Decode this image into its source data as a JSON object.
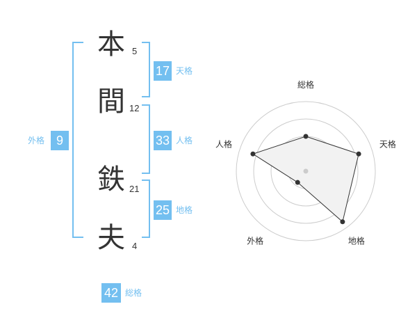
{
  "name": {
    "chars": [
      {
        "char": "本",
        "strokes": "5"
      },
      {
        "char": "間",
        "strokes": "12"
      },
      {
        "char": "鉄",
        "strokes": "21"
      },
      {
        "char": "夫",
        "strokes": "4"
      }
    ]
  },
  "fortune": {
    "tenkaku": {
      "label": "天格",
      "value": "17"
    },
    "jinkaku": {
      "label": "人格",
      "value": "33"
    },
    "chikaku": {
      "label": "地格",
      "value": "25"
    },
    "gaikaku": {
      "label": "外格",
      "value": "9"
    },
    "soukaku": {
      "label": "総格",
      "value": "42"
    }
  },
  "colors": {
    "accent": "#73bff0",
    "text": "#333333"
  },
  "chart_data": {
    "type": "radar",
    "axes": [
      "総格",
      "天格",
      "地格",
      "外格",
      "人格"
    ],
    "values": [
      2.5,
      4,
      4.5,
      1,
      4
    ],
    "max": 5,
    "rings": 4
  }
}
